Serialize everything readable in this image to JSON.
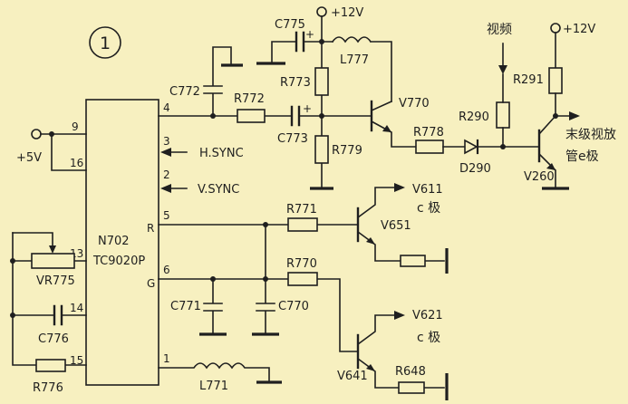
{
  "title": {
    "figure_number": "1"
  },
  "ic": {
    "designator": "N702",
    "part_number": "TC9020P",
    "pins": {
      "p9": "9",
      "p16": "16",
      "p13": "13",
      "p14": "14",
      "p15": "15",
      "p4": "4",
      "p3": "3",
      "p2": "2",
      "p5": "5",
      "p5_label": "R",
      "p6": "6",
      "p6_label": "G",
      "p1": "1"
    }
  },
  "rails": {
    "plus5v": "+5V",
    "plus12v_a": "+12V",
    "plus12v_b": "+12V"
  },
  "signals": {
    "hsync": "H.SYNC",
    "vsync": "V.SYNC",
    "video": "视频",
    "final_video_l1": "末级视放",
    "final_video_l2": "管e极",
    "v611": "V611",
    "v611_sub": "c 极",
    "v621": "V621",
    "v621_sub": "c 极"
  },
  "components": {
    "c772": "C772",
    "r772": "R772",
    "c773": "C773",
    "c775": "C775",
    "r773": "R773",
    "l777": "L777",
    "r779": "R779",
    "v770": "V770",
    "r778": "R778",
    "d290": "D290",
    "r290": "R290",
    "r291": "R291",
    "v260": "V260",
    "r771": "R771",
    "v651": "V651",
    "r770": "R770",
    "c771": "C771",
    "c770": "C770",
    "v641": "V641",
    "r648": "R648",
    "l771": "L771",
    "vr775": "VR775",
    "c776": "C776",
    "r776": "R776",
    "c773_plus": "+",
    "c775_plus": "+"
  }
}
